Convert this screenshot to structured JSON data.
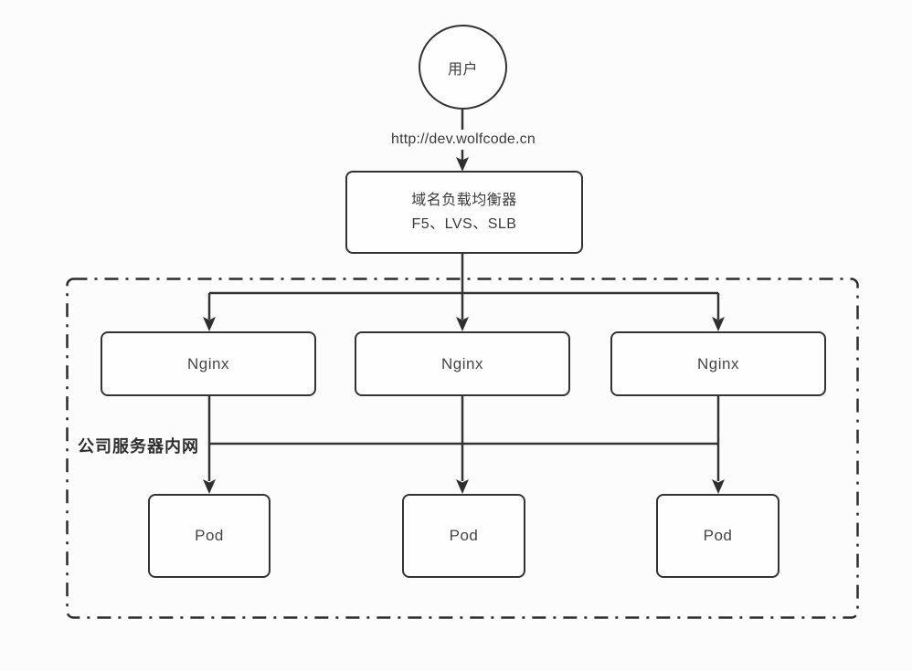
{
  "diagram": {
    "user": {
      "label": "用户"
    },
    "request_url": "http://dev.wolfcode.cn",
    "load_balancer": {
      "line1": "域名负载均衡器",
      "line2": "F5、LVS、SLB"
    },
    "intranet": {
      "label": "公司服务器内网"
    },
    "nginx_nodes": [
      {
        "id": "nginx-1",
        "label": "Nginx"
      },
      {
        "id": "nginx-2",
        "label": "Nginx"
      },
      {
        "id": "nginx-3",
        "label": "Nginx"
      }
    ],
    "pod_nodes": [
      {
        "id": "pod-1",
        "label": "Pod"
      },
      {
        "id": "pod-2",
        "label": "Pod"
      },
      {
        "id": "pod-3",
        "label": "Pod"
      }
    ],
    "colors": {
      "stroke": "#333333",
      "text": "#3d3d3d",
      "canvas": "#fcfcfc",
      "node_fill": "#fefefe"
    }
  }
}
